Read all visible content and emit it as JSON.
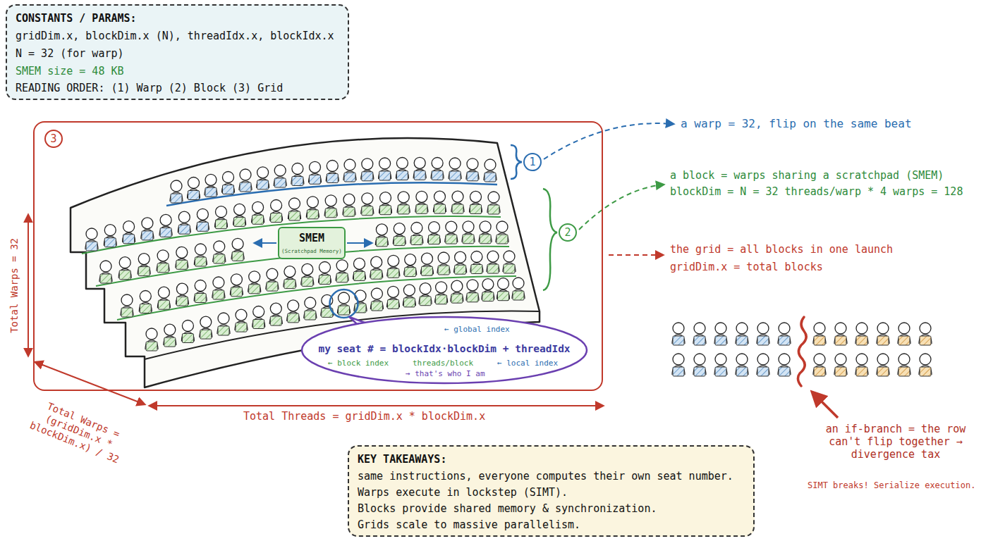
{
  "diagram": {
    "nodes": [
      {
        "text": [
          "CONSTANTS / PARAMS:",
          "gridDim.x, blockDim.x (N), threadIdx.x, blockIdx.x",
          "N = 32 (for warp)",
          "SMEM size = 48 KB",
          "READING ORDER: (1) Warp (2) Block (3) Grid"
        ]
      },
      {
        "text": [
          "3"
        ]
      },
      {
        "text": [
          "1"
        ],
        "in": 1
      },
      {
        "text": [
          "2"
        ],
        "in": 1
      },
      {
        "text": [
          "SMEM",
          "(Scratchpad Memory)"
        ],
        "in": 1
      },
      {
        "text": [
          "my seat # = blockIdx·blockDim + threadIdx",
          "← global index",
          "← block index",
          "threads/block",
          "← local index",
          "→ that's who I am"
        ],
        "in": 1
      },
      {
        "text": [
          "KEY TAKEAWAYS:",
          "same instructions, everyone computes their own seat number.",
          "Warps execute in lockstep (SIMT).",
          "Blocks provide shared memory & synchronization.",
          "Grids scale to massive parallelism."
        ]
      }
    ],
    "labels": [
      "a warp = 32, flip on the same beat",
      "a block = warps sharing a scratchpad (SMEM)",
      "blockDim = N = 32 threads/warp * 4 warps = 128",
      "the grid = all blocks in one launch",
      "gridDim.x = total blocks",
      "Total Warps = 32",
      "Total Warps = (gridDim.x * blockDim.x) / 32",
      "Total Threads = gridDim.x * blockDim.x",
      "an if-branch = the row can't flip together → divergence tax",
      "SIMT breaks! Serialize execution."
    ]
  }
}
